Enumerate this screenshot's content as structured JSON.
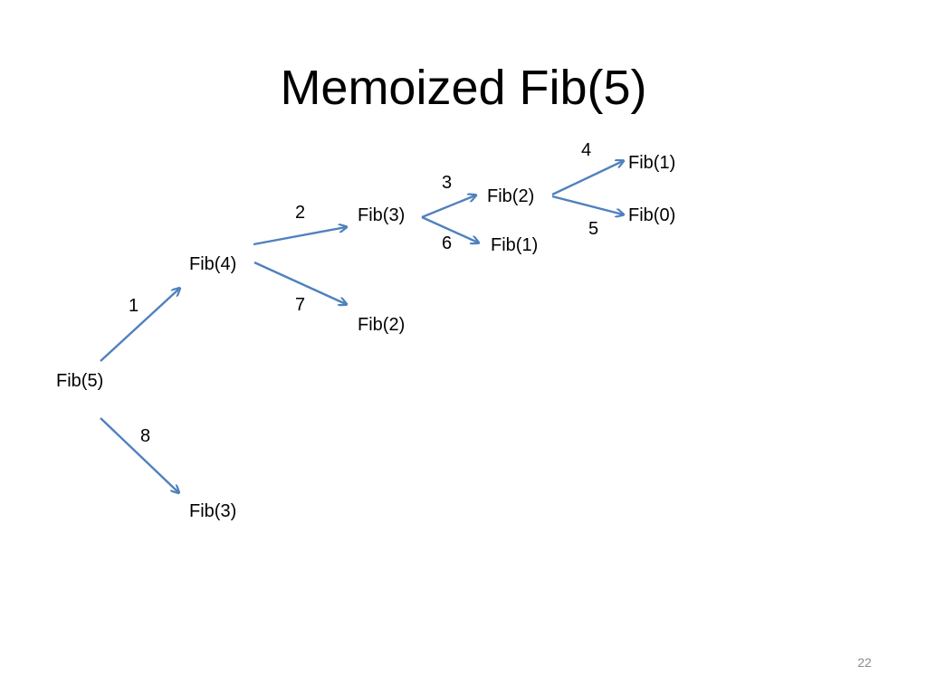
{
  "slide": {
    "title": "Memoized Fib(5)",
    "page_number": "22"
  },
  "nodes": [
    {
      "id": "fib5",
      "label": "Fib(5)"
    },
    {
      "id": "fib4",
      "label": "Fib(4)"
    },
    {
      "id": "fib3_bottom",
      "label": "Fib(3)"
    },
    {
      "id": "fib3_top",
      "label": "Fib(3)"
    },
    {
      "id": "fib2_under_fib4",
      "label": "Fib(2)"
    },
    {
      "id": "fib2_under_fib3",
      "label": "Fib(2)"
    },
    {
      "id": "fib1_under_fib3",
      "label": "Fib(1)"
    },
    {
      "id": "fib1_under_fib2",
      "label": "Fib(1)"
    },
    {
      "id": "fib0_under_fib2",
      "label": "Fib(0)"
    }
  ],
  "edges": [
    {
      "from": "fib5",
      "to": "fib4",
      "order": "1"
    },
    {
      "from": "fib4",
      "to": "fib3_top",
      "order": "2"
    },
    {
      "from": "fib3_top",
      "to": "fib2_under_fib3",
      "order": "3"
    },
    {
      "from": "fib2_under_fib3",
      "to": "fib1_under_fib2",
      "order": "4"
    },
    {
      "from": "fib2_under_fib3",
      "to": "fib0_under_fib2",
      "order": "5"
    },
    {
      "from": "fib3_top",
      "to": "fib1_under_fib3",
      "order": "6"
    },
    {
      "from": "fib4",
      "to": "fib2_under_fib4",
      "order": "7"
    },
    {
      "from": "fib5",
      "to": "fib3_bottom",
      "order": "8"
    }
  ],
  "colors": {
    "arrow": "#4f81bd",
    "text": "#000000",
    "page_number": "#8c8c8c"
  }
}
